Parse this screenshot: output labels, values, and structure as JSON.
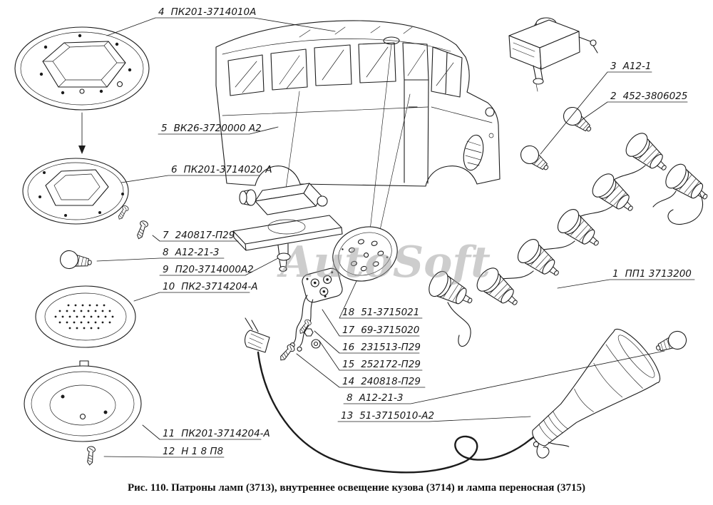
{
  "figure": {
    "caption": "Рис. 110. Патроны ламп (3713), внутреннее освещение кузова (3714) и лампа переносная (3715)",
    "watermark": "AutoSoft"
  },
  "colors": {
    "ink": "#1c1c1c",
    "paper": "#ffffff",
    "watermark": "#9c9c9c"
  },
  "labels": [
    {
      "num": "4",
      "code": "ПК201-3714010А"
    },
    {
      "num": "5",
      "code": "ВК26-3720000 А2"
    },
    {
      "num": "6",
      "code": "ПК201-3714020 А"
    },
    {
      "num": "7",
      "code": "240817-П29"
    },
    {
      "num": "8",
      "code": "А12-21-3"
    },
    {
      "num": "9",
      "code": "П20-3714000А2"
    },
    {
      "num": "10",
      "code": "ПК2-3714204-А"
    },
    {
      "num": "11",
      "code": "ПК201-3714204-А"
    },
    {
      "num": "12",
      "code": "Н 1 8 П8"
    },
    {
      "num": "3",
      "code": "А12-1"
    },
    {
      "num": "2",
      "code": "452-3806025"
    },
    {
      "num": "1",
      "code": "ПП1 3713200"
    },
    {
      "num": "18",
      "code": "51-3715021"
    },
    {
      "num": "17",
      "code": "69-3715020"
    },
    {
      "num": "16",
      "code": "231513-П29"
    },
    {
      "num": "15",
      "code": "252172-П29"
    },
    {
      "num": "14",
      "code": "240818-П29"
    },
    {
      "num": "8",
      "code": "А12-21-3"
    },
    {
      "num": "13",
      "code": "51-3715010-А2"
    }
  ]
}
